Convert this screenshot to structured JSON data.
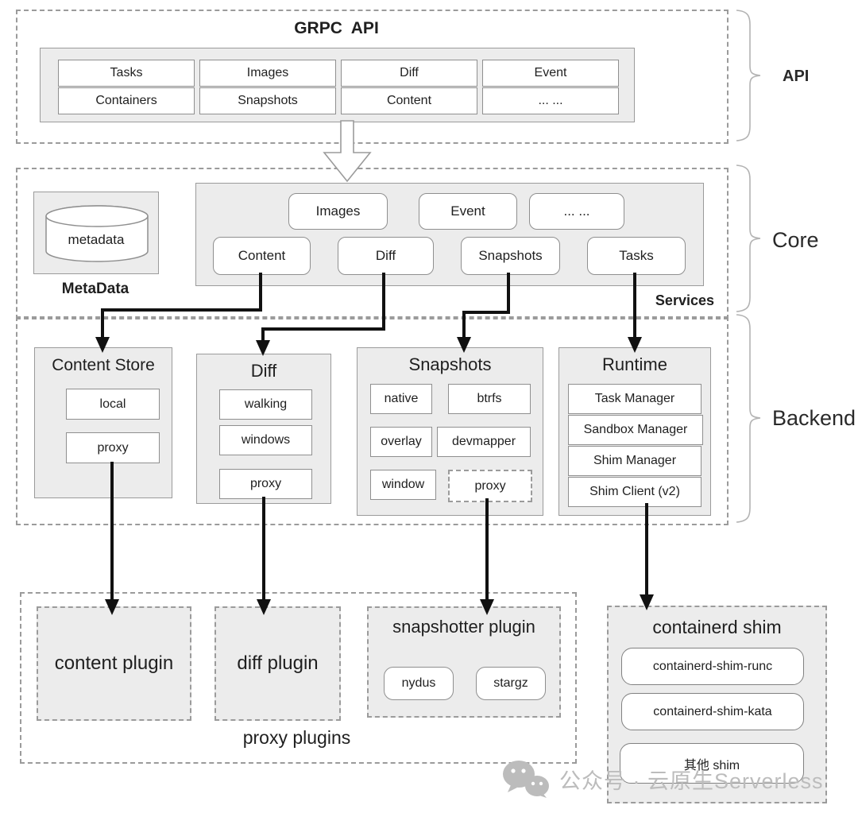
{
  "sections": {
    "api": {
      "brace_label": "API",
      "title": "GRPC  API",
      "cells": [
        "Tasks",
        "Images",
        "Diff",
        "Event",
        "Containers",
        "Snapshots",
        "Content",
        "... ..."
      ]
    },
    "core": {
      "brace_label": "Core",
      "metadata": {
        "cylinder_label": "metadata",
        "caption": "MetaData"
      },
      "services": {
        "caption": "Services",
        "row1": [
          "Images",
          "Event",
          "... ..."
        ],
        "row2": [
          "Content",
          "Diff",
          "Snapshots",
          "Tasks"
        ]
      }
    },
    "backend": {
      "brace_label": "Backend",
      "content_store": {
        "title": "Content Store",
        "items": [
          "local",
          "proxy"
        ]
      },
      "diff": {
        "title": "Diff",
        "items": [
          "walking",
          "windows",
          "proxy"
        ]
      },
      "snapshots": {
        "title": "Snapshots",
        "items": [
          "native",
          "btrfs",
          "overlay",
          "devmapper",
          "window",
          "proxy"
        ]
      },
      "runtime": {
        "title": "Runtime",
        "items": [
          "Task Manager",
          "Sandbox Manager",
          "Shim Manager",
          "Shim Client (v2)"
        ]
      }
    },
    "bottom": {
      "proxy_plugins_label": "proxy plugins",
      "content_plugin": "content plugin",
      "diff_plugin": "diff plugin",
      "snapshotter": {
        "title": "snapshotter plugin",
        "items": [
          "nydus",
          "stargz"
        ]
      },
      "containerd_shim": {
        "title": "containerd shim",
        "items": [
          "containerd-shim-runc",
          "containerd-shim-kata",
          "其他 shim"
        ]
      }
    }
  },
  "watermark": {
    "text": "公众号 · 云原生Serverless"
  },
  "colors": {
    "panel_fill": "#ececec",
    "border": "#9b9b9b",
    "arrow": "#111111",
    "watermark": "#bcbcbc"
  }
}
